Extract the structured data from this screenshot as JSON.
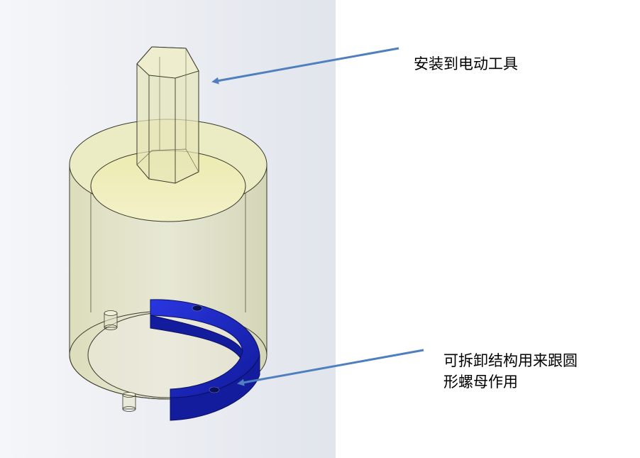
{
  "annotations": {
    "top_label": "安装到电动工具",
    "bottom_label_line1": "可拆卸结构用来跟圆",
    "bottom_label_line2": "形螺母作用"
  },
  "colors": {
    "background_panel": "#e6e9ef",
    "body_fill": "#dcdcb4",
    "outline": "#3a3a2c",
    "nut_blue": "#1a23c8",
    "arrow": "#4f7fbf"
  }
}
